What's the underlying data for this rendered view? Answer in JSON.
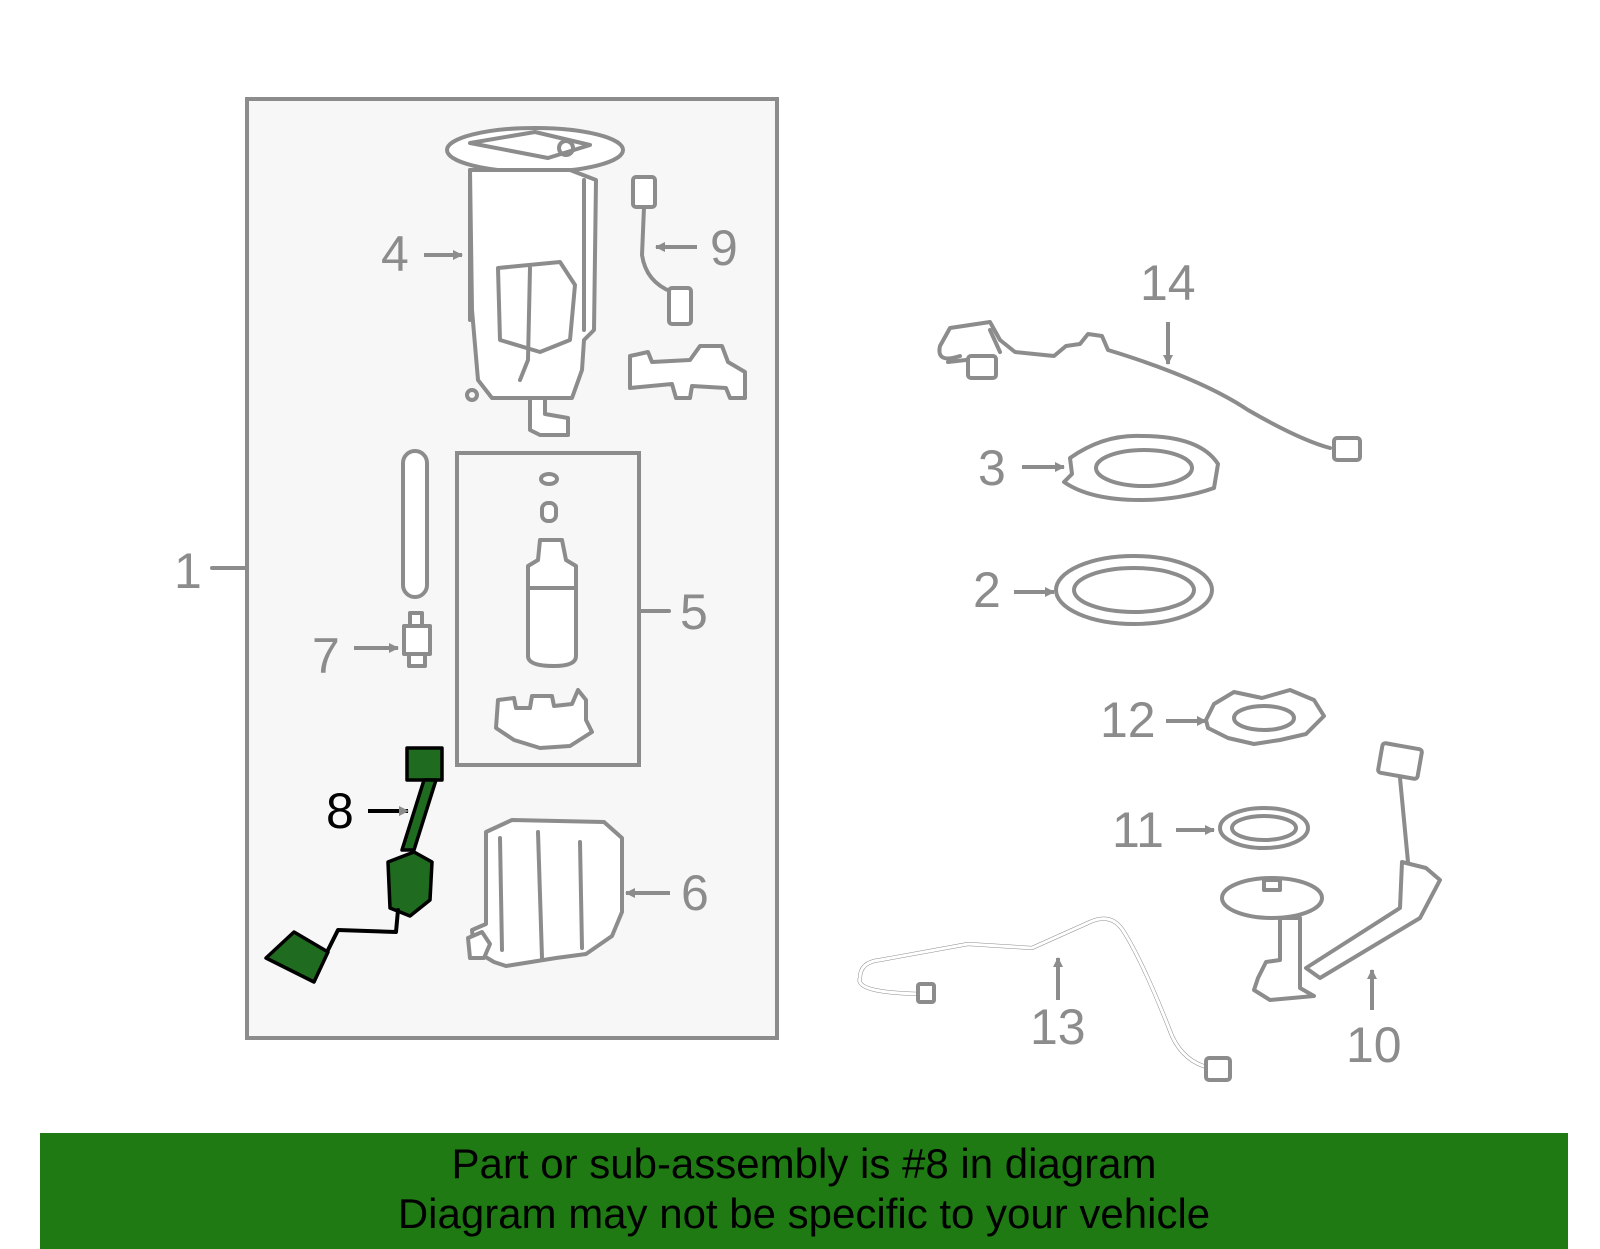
{
  "diagram": {
    "title": "",
    "highlighted_part": "8",
    "colors": {
      "outline": "#8c8c8c",
      "highlight": "#1f6b1f",
      "banner": "#1f7a14",
      "panel": "#f7f7f7"
    },
    "callouts": {
      "c1": "1",
      "c2": "2",
      "c3": "3",
      "c4": "4",
      "c5": "5",
      "c6": "6",
      "c7": "7",
      "c8": "8",
      "c9": "9",
      "c10": "10",
      "c11": "11",
      "c12": "12",
      "c13": "13",
      "c14": "14"
    }
  },
  "banner": {
    "line1": "Part or sub-assembly is #8 in diagram",
    "line2": "Diagram may not be specific to your vehicle"
  }
}
